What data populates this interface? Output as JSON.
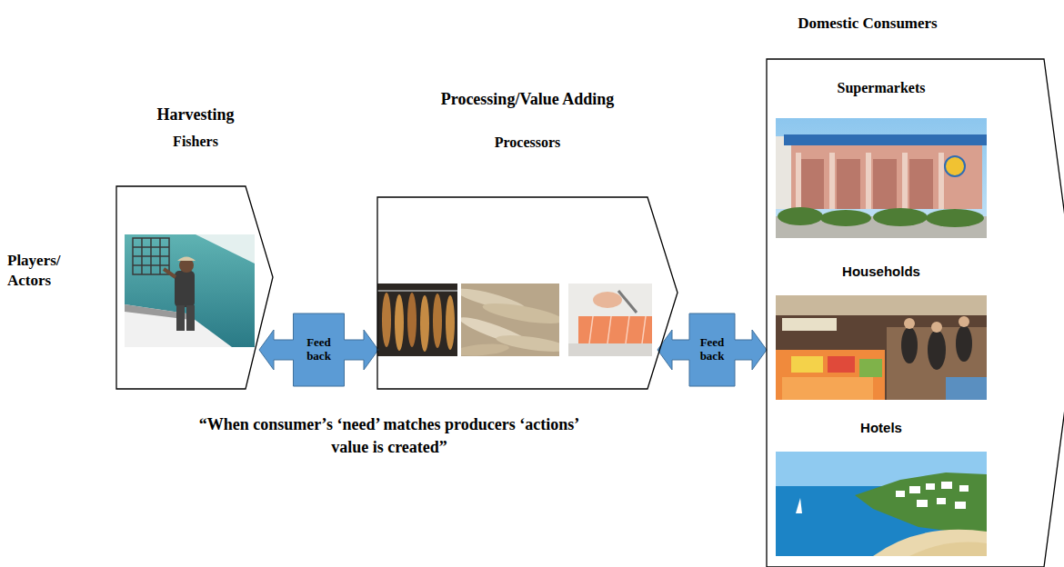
{
  "diagram": {
    "nodes": [
      {
        "text": [
          "Harvesting",
          "Fishers"
        ]
      },
      {
        "text": [
          "Processing/Value Adding",
          "Processors"
        ]
      },
      {
        "text": [
          "Domestic Consumers"
        ]
      },
      {
        "text": [
          "Supermarkets"
        ],
        "in": 2
      },
      {
        "text": [
          "Households"
        ],
        "in": 2
      },
      {
        "text": [
          "Hotels"
        ],
        "in": 2
      }
    ],
    "edges": [
      {
        "from": 0,
        "to": 1,
        "label": "Feed back",
        "arrow": "both"
      },
      {
        "from": 1,
        "to": 2,
        "label": "Feed back",
        "arrow": "both"
      }
    ],
    "labels": [
      "Players/ Actors",
      "“When consumer’s ‘need’ matches producers ‘actions’ value is created”"
    ]
  }
}
